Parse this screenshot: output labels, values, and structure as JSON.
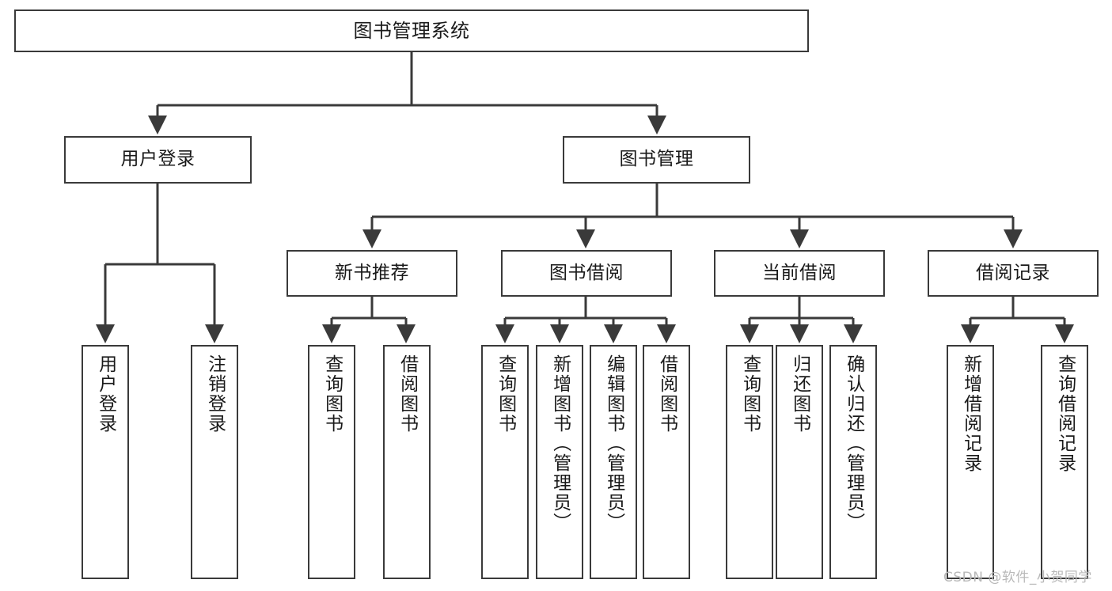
{
  "diagram": {
    "title_text": "图书管理系统",
    "type": "tree-hierarchy",
    "background_color": "#ffffff",
    "box_border_color": "#3a3a3a",
    "edge_color": "#3a3a3a",
    "text_color": "#1a1a1a"
  },
  "nodes": {
    "root": {
      "label": "图书管理系统",
      "level": 1
    },
    "level2": [
      {
        "id": "user-login",
        "label": "用户登录"
      },
      {
        "id": "book-management",
        "label": "图书管理"
      }
    ],
    "level3": [
      {
        "id": "new-book-recommend",
        "label": "新书推荐"
      },
      {
        "id": "book-borrow",
        "label": "图书借阅"
      },
      {
        "id": "current-borrow",
        "label": "当前借阅"
      },
      {
        "id": "borrow-record",
        "label": "借阅记录"
      }
    ],
    "leaves": {
      "user_login": [
        {
          "id": "leaf-user-login",
          "label": "用户登录"
        },
        {
          "id": "leaf-logout-login",
          "label": "注销登录"
        }
      ],
      "new_book_recommend": [
        {
          "id": "leaf-query-book-1",
          "label": "查询图书"
        },
        {
          "id": "leaf-borrow-book-1",
          "label": "借阅图书"
        }
      ],
      "book_borrow": [
        {
          "id": "leaf-query-book-2",
          "label": "查询图书"
        },
        {
          "id": "leaf-add-book-admin",
          "label": "新增图书（管理员）"
        },
        {
          "id": "leaf-edit-book-admin",
          "label": "编辑图书（管理员）"
        },
        {
          "id": "leaf-borrow-book-2",
          "label": "借阅图书"
        }
      ],
      "current_borrow": [
        {
          "id": "leaf-query-book-3",
          "label": "查询图书"
        },
        {
          "id": "leaf-return-book",
          "label": "归还图书"
        },
        {
          "id": "leaf-confirm-return-admin",
          "label": "确认归还（管理员）"
        }
      ],
      "borrow_record": [
        {
          "id": "leaf-add-borrow-record",
          "label": "新增借阅记录"
        },
        {
          "id": "leaf-query-borrow-record",
          "label": "查询借阅记录"
        }
      ]
    }
  },
  "watermark": {
    "text": "CSDN @软件_小贺同学",
    "color": "#b9b9b9"
  }
}
